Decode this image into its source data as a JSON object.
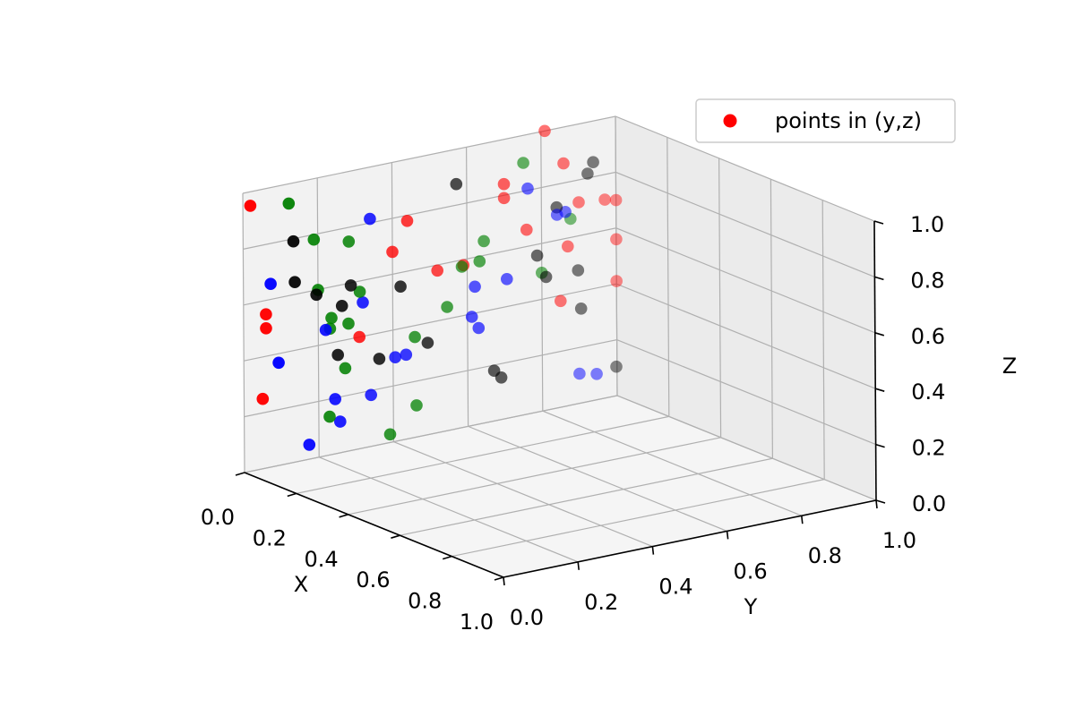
{
  "chart_data": {
    "type": "scatter",
    "title": "",
    "xlabel": "X",
    "ylabel": "Y",
    "zlabel": "Z",
    "xlim": [
      0,
      1
    ],
    "ylim": [
      0,
      1
    ],
    "zlim": [
      0,
      1
    ],
    "x_ticks": [
      "0.0",
      "0.2",
      "0.4",
      "0.6",
      "0.8",
      "1.0"
    ],
    "y_ticks": [
      "0.0",
      "0.2",
      "0.4",
      "0.6",
      "0.8",
      "1.0"
    ],
    "z_ticks": [
      "0.0",
      "0.2",
      "0.4",
      "0.6",
      "0.8",
      "1.0"
    ],
    "grid": true,
    "legend": {
      "position": "top-right",
      "entries": [
        {
          "label": "points in (y,z)",
          "color": "#ff0000"
        }
      ]
    },
    "series": [
      {
        "name": "points in (y,z)",
        "color": "#ff0000",
        "x": 0,
        "yz": [
          [
            0.02,
            0.95
          ],
          [
            0.05,
            0.25
          ],
          [
            0.06,
            0.55
          ],
          [
            0.06,
            0.5
          ],
          [
            0.44,
            0.78
          ],
          [
            0.4,
            0.68
          ],
          [
            0.31,
            0.4
          ],
          [
            0.52,
            0.58
          ],
          [
            0.59,
            0.58
          ],
          [
            0.81,
            1.0
          ],
          [
            0.86,
            0.87
          ],
          [
            0.7,
            0.84
          ],
          [
            0.7,
            0.79
          ],
          [
            0.76,
            0.66
          ],
          [
            0.9,
            0.72
          ],
          [
            0.97,
            0.71
          ],
          [
            1.0,
            0.41
          ],
          [
            0.85,
            0.38
          ],
          [
            0.87,
            0.57
          ],
          [
            1.0,
            0.56
          ],
          [
            1.0,
            0.7
          ]
        ]
      }
    ],
    "other_colors": [
      "#0000ff",
      "#008000",
      "#000000"
    ]
  }
}
